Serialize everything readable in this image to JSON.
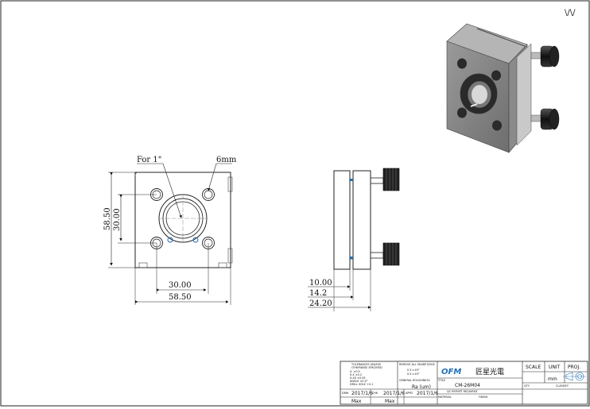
{
  "corner_mark": "\\/\\/",
  "front_view": {
    "callout_hole": "For 1\"",
    "callout_mount": "6mm",
    "dim_height_outer": "58.50",
    "dim_height_inner": "30.00",
    "dim_width_inner": "30.00",
    "dim_width_outer": "58.50"
  },
  "side_view": {
    "dim_1": "10.00",
    "dim_2": "14.2",
    "dim_3": "24.20"
  },
  "title_block": {
    "tol_header_1": "TOLERANCES UNLESS",
    "tol_header_2": "OTHERWISE SPECIFIED",
    "tol_row1": "X.      ±0.5",
    "tol_row2": "X.X     ±0.2",
    "tol_row3": "X.XX    ±0.05",
    "tol_row4": "ANGLE   ±0.5°",
    "tol_row5": "DRILL HOLE  +0.1",
    "edge_header": "REMOVE ALL SHARP EDGE",
    "edge_row1": "0.3 x 45°",
    "edge_row2": "0.5 x 45°",
    "rough_header": "GENERAL ROUGHNESS",
    "ra": "Ra (um)",
    "drw_label": "DRW",
    "drw_date": "2017/1/6",
    "chk_label": "CHK",
    "chk_date": "2017/1/6",
    "appd_label": "APPD",
    "appd_date": "2017/1/6",
    "max_1": "Max",
    "max_2": "Max",
    "logo": "OFM",
    "company": "匠星光電",
    "title_label": "TITLE",
    "title": "CM-26M04",
    "qc": "QC REPORT REQUIRED",
    "material_label": "MATERIAL",
    "finish_label": "FINISH",
    "scale_label": "SCALE",
    "unit_label": "UNIT",
    "unit": "mm",
    "proj_label": "PROJ.",
    "qty_label": "QTY",
    "class_label": "CLASSIFY"
  }
}
